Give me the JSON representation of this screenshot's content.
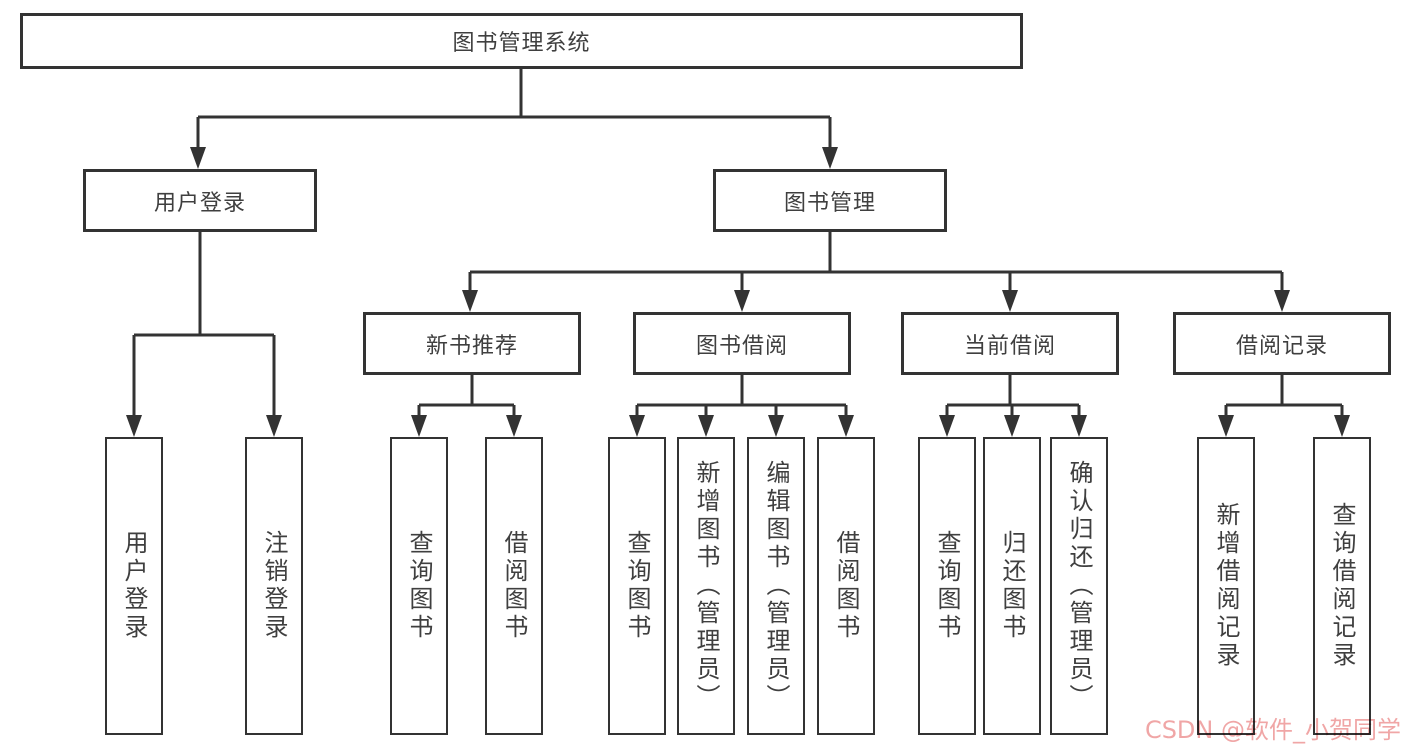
{
  "tree": {
    "root": {
      "label": "图书管理系统"
    },
    "children": [
      {
        "label": "用户登录",
        "children": [
          {
            "label": "用户登录"
          },
          {
            "label": "注销登录"
          }
        ]
      },
      {
        "label": "图书管理",
        "children": [
          {
            "label": "新书推荐",
            "children": [
              {
                "label": "查询图书"
              },
              {
                "label": "借阅图书"
              }
            ]
          },
          {
            "label": "图书借阅",
            "children": [
              {
                "label": "查询图书"
              },
              {
                "label": "新增图书（管理员）"
              },
              {
                "label": "编辑图书（管理员）"
              },
              {
                "label": "借阅图书"
              }
            ]
          },
          {
            "label": "当前借阅",
            "children": [
              {
                "label": "查询图书"
              },
              {
                "label": "归还图书"
              },
              {
                "label": "确认归还（管理员）"
              }
            ]
          },
          {
            "label": "借阅记录",
            "children": [
              {
                "label": "新增借阅记录"
              },
              {
                "label": "查询借阅记录"
              }
            ]
          }
        ]
      }
    ]
  },
  "watermark": {
    "text": "CSDN @软件_小贺同学"
  },
  "colors": {
    "line": "#333333",
    "text": "#3f3f3f",
    "watermark": "#f0a6a6",
    "background": "#ffffff"
  }
}
